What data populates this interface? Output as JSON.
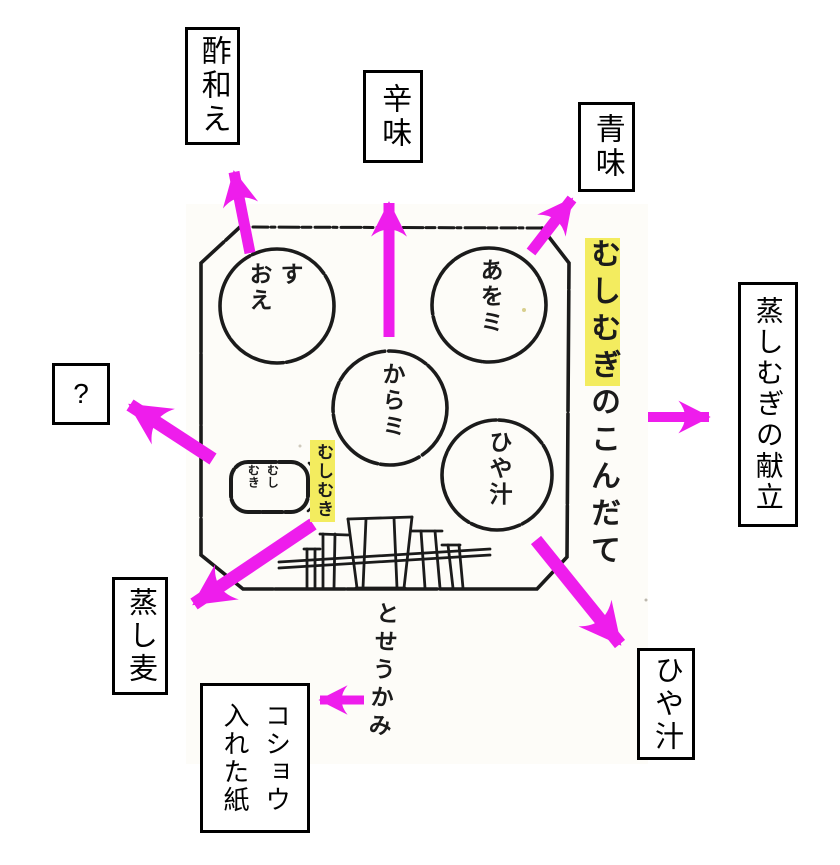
{
  "title": "蒸しむぎの献立 annotated diagram",
  "colors": {
    "arrow": "#ee1dec",
    "highlight": "#f3ec5f",
    "ink": "#1b1b1b"
  },
  "boxes": {
    "suae": "酢和え",
    "karami": "辛味",
    "aomi": "青味",
    "kondate": "蒸しむぎの献立",
    "unknown": "?",
    "mushimugi": "蒸し麦",
    "kosho": "コショウ\n入れた紙",
    "hiyajiru": "ひや汁"
  },
  "scan": {
    "circle_suae": "す\nおえ",
    "circle_aomi": "あをミ",
    "circle_karami": "からミ",
    "circle_hiyajiru": "ひや汁",
    "pill_text": "むし\nむき",
    "pill_caption": "むしむき",
    "side_caption_highlight": "むしむぎ",
    "side_caption_rest": "のこんだて",
    "bottom_caption": "とせうかみ"
  }
}
